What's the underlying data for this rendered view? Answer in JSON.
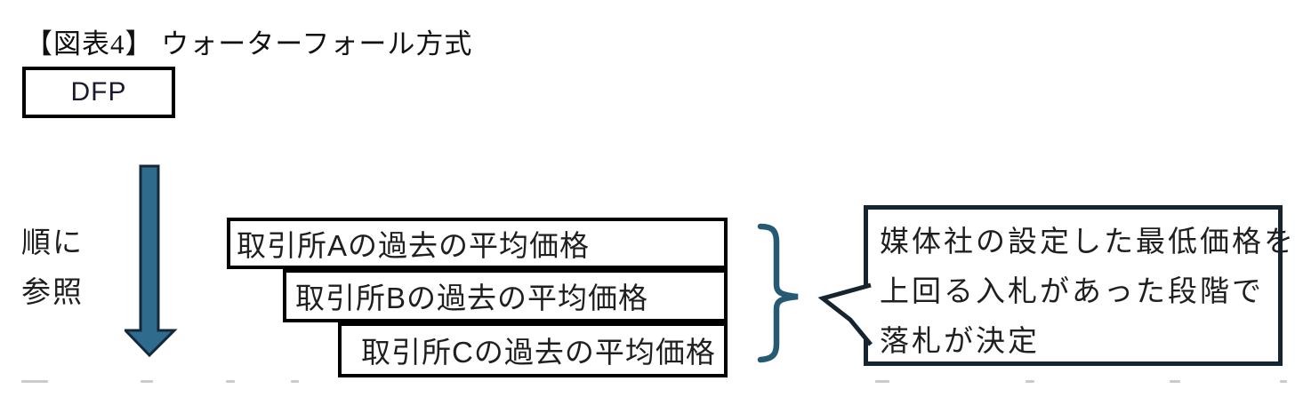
{
  "figure": {
    "title": "【図表4】 ウォーターフォール方式",
    "dfp_label": "DFP",
    "refer_label": {
      "line1": "順に",
      "line2": "参照"
    },
    "waterfall_boxes": [
      {
        "label": "取引所Aの過去の平均価格"
      },
      {
        "label": "取引所Bの過去の平均価格"
      },
      {
        "label": "取引所Cの過去の平均価格"
      }
    ],
    "callout": {
      "line1": "媒体社の設定した最低価格を",
      "line2": "上回る入札があった段階で",
      "line3": "落札が決定"
    },
    "colors": {
      "arrow_fill": "#2F6B8C",
      "arrow_outline": "#13293B",
      "brace": "#265A73",
      "callout_border": "#15242F",
      "box_border": "#000000",
      "text": "#1F1F1F"
    }
  }
}
